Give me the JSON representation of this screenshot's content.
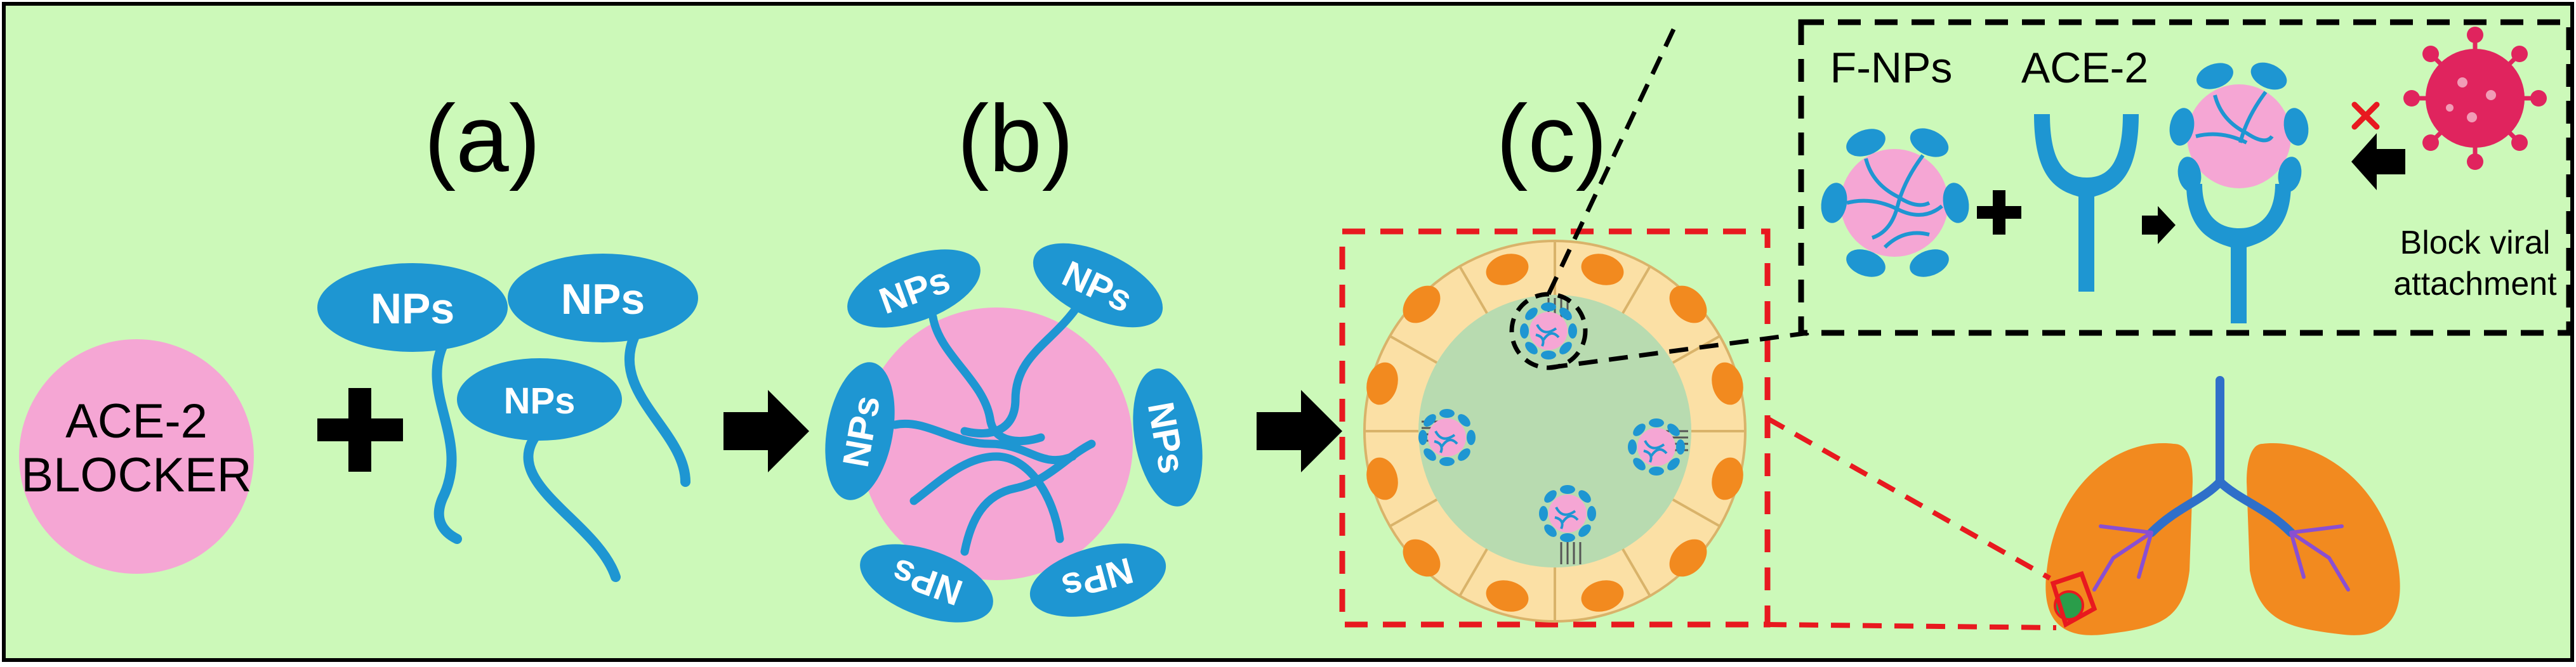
{
  "panels": {
    "a_label": "(a)",
    "b_label": "(b)",
    "c_label": "(c)"
  },
  "blocker": {
    "line1": "ACE-2",
    "line2": "BLOCKER"
  },
  "np_label": "NPs",
  "inset": {
    "fnp_label": "F-NPs",
    "ace2_label": "ACE-2",
    "block_line1": "Block viral",
    "block_line2": "attachment"
  },
  "colors": {
    "background": "#ccf9b9",
    "np_blue": "#1e96d2",
    "pink": "#f5a6d4",
    "arrow": "#000000",
    "red_dash": "#e8191f",
    "cell_fill": "#fbe0a5",
    "cell_nucleus": "#f28a1f",
    "lung": "#f28a1f",
    "virus": "#e0245e"
  },
  "icons": [
    "plus-icon",
    "right-arrow-icon",
    "left-arrow-icon",
    "x-mark-icon",
    "virus-icon",
    "lungs-icon",
    "ace2-receptor-icon"
  ]
}
